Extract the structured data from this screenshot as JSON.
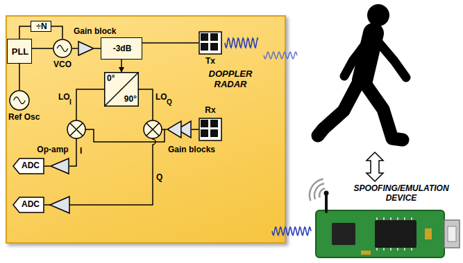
{
  "diagram": {
    "nodes": [
      {
        "text": [
          "DOPPLER RADAR"
        ]
      },
      {
        "text": [
          "÷N"
        ],
        "in": 0
      },
      {
        "text": [
          "PLL"
        ],
        "in": 0
      },
      {
        "text": [
          "VCO"
        ],
        "in": 0
      },
      {
        "text": [
          "Ref Osc"
        ],
        "in": 0
      },
      {
        "text": [
          "Gain block"
        ],
        "in": 0
      },
      {
        "text": [
          "-3dB"
        ],
        "in": 0
      },
      {
        "text": [
          "Tx"
        ],
        "in": 0
      },
      {
        "text": [
          "0°",
          "90°"
        ],
        "in": 0
      },
      {
        "text": [
          "Rx"
        ],
        "in": 0
      },
      {
        "text": [
          "Gain blocks"
        ],
        "in": 0
      },
      {
        "text": [
          "Op-amp"
        ],
        "in": 0
      },
      {
        "text": [
          "ADC"
        ],
        "in": 0
      },
      {
        "text": [
          "ADC"
        ],
        "in": 0
      }
    ],
    "edges": [
      {
        "from": 4,
        "to": 2,
        "arrow": "none"
      },
      {
        "from": 2,
        "to": 3,
        "arrow": "none"
      },
      {
        "from": 3,
        "to": 1,
        "arrow": "none"
      },
      {
        "from": 1,
        "to": 2,
        "arrow": "none"
      },
      {
        "from": 3,
        "to": 5,
        "arrow": "none"
      },
      {
        "from": 5,
        "to": 6,
        "arrow": "none"
      },
      {
        "from": 6,
        "to": 7,
        "arrow": "none"
      },
      {
        "from": 6,
        "to": 8,
        "arrow": "to"
      },
      {
        "from": 9,
        "to": 10,
        "arrow": "none"
      },
      {
        "from": 11,
        "to": 12,
        "arrow": "none"
      }
    ],
    "labels": [
      "LO",
      "I",
      "LO",
      "Q",
      "I",
      "Q",
      "SPOOFING/EMULATION DEVICE"
    ]
  }
}
